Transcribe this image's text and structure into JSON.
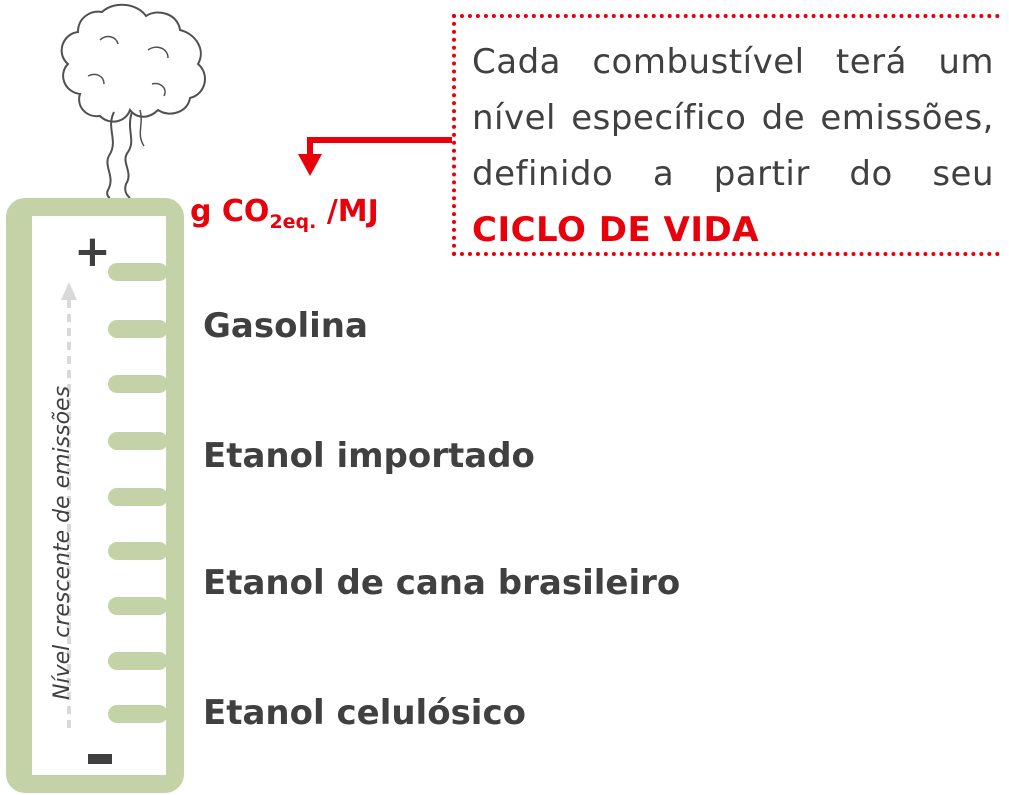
{
  "callout": {
    "text": "Cada combustível terá um nível específico de emissões, definido a partir do seu",
    "highlight": "CICLO DE VIDA"
  },
  "unit": {
    "prefix": "g CO",
    "subscript": "2eq.",
    "suffix": " /MJ"
  },
  "scale": {
    "plus_symbol": "+",
    "axis_label": "Nível crescente de emissões"
  },
  "fuels": [
    {
      "label": "Gasolina"
    },
    {
      "label": "Etanol importado"
    },
    {
      "label": "Etanol de cana brasileiro"
    },
    {
      "label": "Etanol celulósico"
    }
  ],
  "colors": {
    "accent": "#e8000b",
    "thermometer": "#c4d2a8",
    "text": "#404040",
    "axis_arrow": "#d9d9d9"
  }
}
